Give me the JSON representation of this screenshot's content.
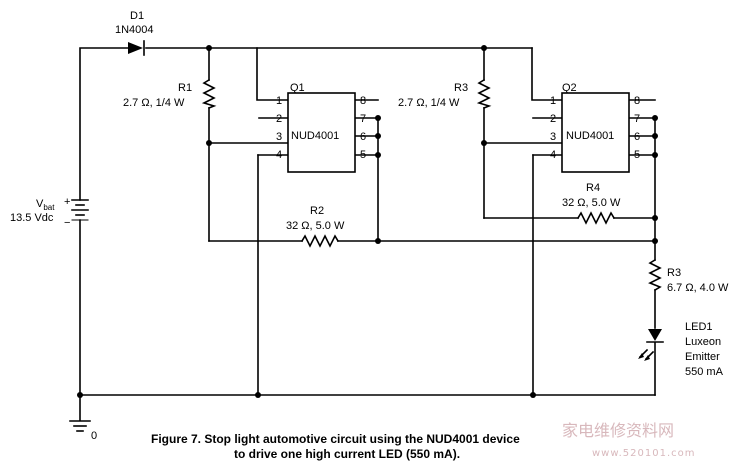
{
  "d1": {
    "ref": "D1",
    "part": "1N4004"
  },
  "r1": {
    "ref": "R1",
    "value": "2.7 Ω, 1/4 W"
  },
  "q1": {
    "ref": "Q1",
    "part": "NUD4001",
    "pins_left": [
      "1",
      "2",
      "3",
      "4"
    ],
    "pins_right": [
      "8",
      "7",
      "6",
      "5"
    ]
  },
  "r3a": {
    "ref": "R3",
    "value": "2.7 Ω, 1/4 W"
  },
  "q2": {
    "ref": "Q2",
    "part": "NUD4001",
    "pins_left": [
      "1",
      "2",
      "3",
      "4"
    ],
    "pins_right": [
      "8",
      "7",
      "6",
      "5"
    ]
  },
  "r2": {
    "ref": "R2",
    "value": "32 Ω, 5.0 W"
  },
  "r4": {
    "ref": "R4",
    "value": "32 Ω, 5.0 W"
  },
  "r3b": {
    "ref": "R3",
    "value": "6.7 Ω, 4.0 W"
  },
  "led": {
    "ref": "LED1",
    "line1": "Luxeon",
    "line2": "Emitter",
    "current": "550 mA"
  },
  "vbat": {
    "name": "V",
    "sub": "bat",
    "value": "13.5 Vdc",
    "plus": "+",
    "minus": "−"
  },
  "ground": {
    "label": "0"
  },
  "caption": {
    "line1": "Figure 7. Stop light automotive circuit using the NUD4001 device",
    "line2": "to drive one high current LED (550 mA)."
  },
  "watermark": {
    "text": "家电维修资料网",
    "url": "www.520101.com"
  }
}
